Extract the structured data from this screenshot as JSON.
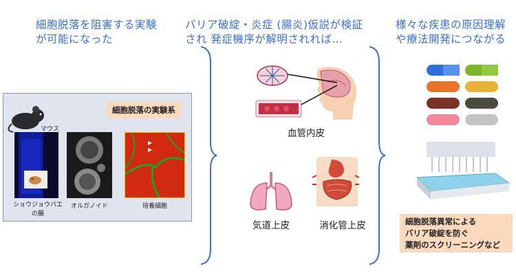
{
  "headings": {
    "left": [
      "細胞脱落を阻害する実験",
      "が可能になった"
    ],
    "middle": [
      "バリア破綻・炎症 (腸炎)仮説が検証",
      "され 発症機序が解明されれば…"
    ],
    "right": [
      "様々な疾患の原因理解",
      "や療法開発につながる"
    ]
  },
  "panel": {
    "title": "細胞脱落の実験系",
    "mouse_label": "マウス",
    "fly_label": [
      "ショウジョウバエ",
      "の腸"
    ],
    "organoid_label": "オルガノイド",
    "culture_label": "培養細胞"
  },
  "organs": {
    "vessel_label": "血管内皮",
    "airway_label": "気道上皮",
    "digestive_label": "消化管上皮"
  },
  "result_lines": [
    "細胞脱落異常による",
    "バリア破綻を防ぐ",
    "薬剤のスクリーニングなど"
  ],
  "colors": {
    "heading": "#3a6fd8",
    "bracket": "#3a6fd8",
    "tag_bg": "#fbd9bf",
    "panel_bg": "#dfe4ef"
  }
}
